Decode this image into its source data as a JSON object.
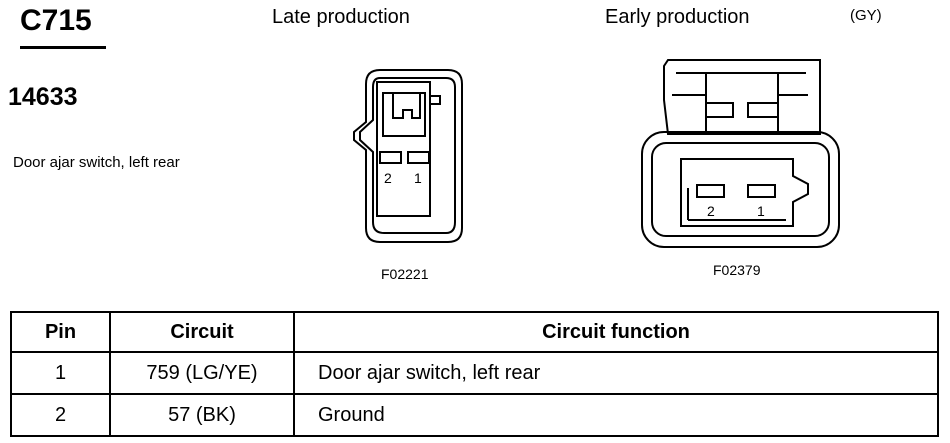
{
  "header": {
    "connector": "C715",
    "part_number": "14633",
    "description": "Door ajar switch, left rear"
  },
  "views": {
    "late": {
      "title": "Late production",
      "figure": "F02221",
      "pins": [
        "2",
        "1"
      ]
    },
    "early": {
      "title": "Early production",
      "color": "(GY)",
      "figure": "F02379",
      "pins": [
        "2",
        "1"
      ]
    }
  },
  "table": {
    "headers": [
      "Pin",
      "Circuit",
      "Circuit function"
    ],
    "rows": [
      {
        "pin": "1",
        "circuit": "759 (LG/YE)",
        "function": "Door ajar switch, left rear"
      },
      {
        "pin": "2",
        "circuit": "57 (BK)",
        "function": "Ground"
      }
    ]
  }
}
